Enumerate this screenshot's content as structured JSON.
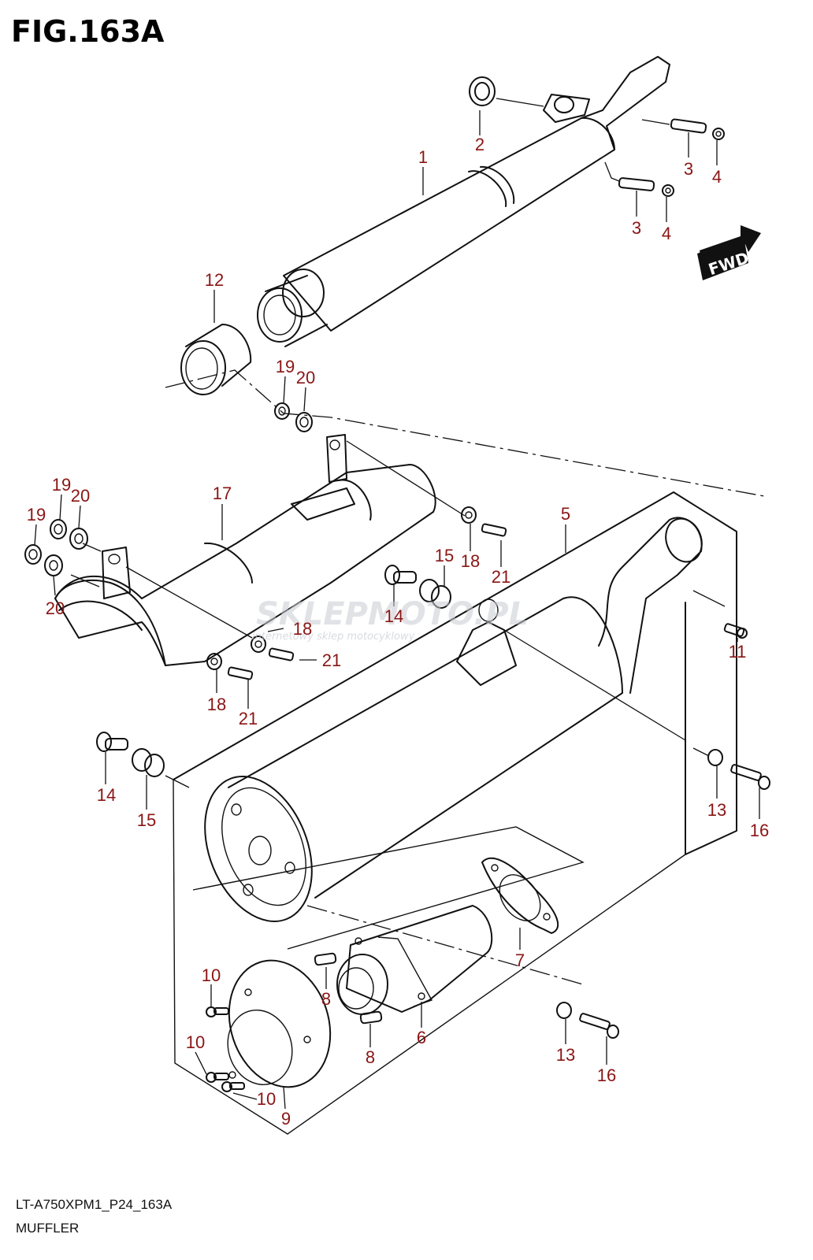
{
  "figure": {
    "title": "FIG.163A",
    "code": "LT-A750XPM1_P24_163A",
    "name": "MUFFLER"
  },
  "direction_badge": "FWD",
  "watermark": {
    "brand": "SKLEPMOTO.PL",
    "tagline": "internetowy sklep motocyklowy"
  },
  "colors": {
    "callout": "#8a1515",
    "line": "#111111"
  },
  "callouts": [
    "1",
    "2",
    "3",
    "4",
    "3",
    "4",
    "12",
    "19",
    "20",
    "19",
    "20",
    "19",
    "20",
    "17",
    "5",
    "18",
    "21",
    "15",
    "14",
    "18",
    "21",
    "18",
    "21",
    "11",
    "14",
    "15",
    "13",
    "16",
    "7",
    "10",
    "8",
    "6",
    "8",
    "10",
    "10",
    "9",
    "13",
    "16"
  ]
}
